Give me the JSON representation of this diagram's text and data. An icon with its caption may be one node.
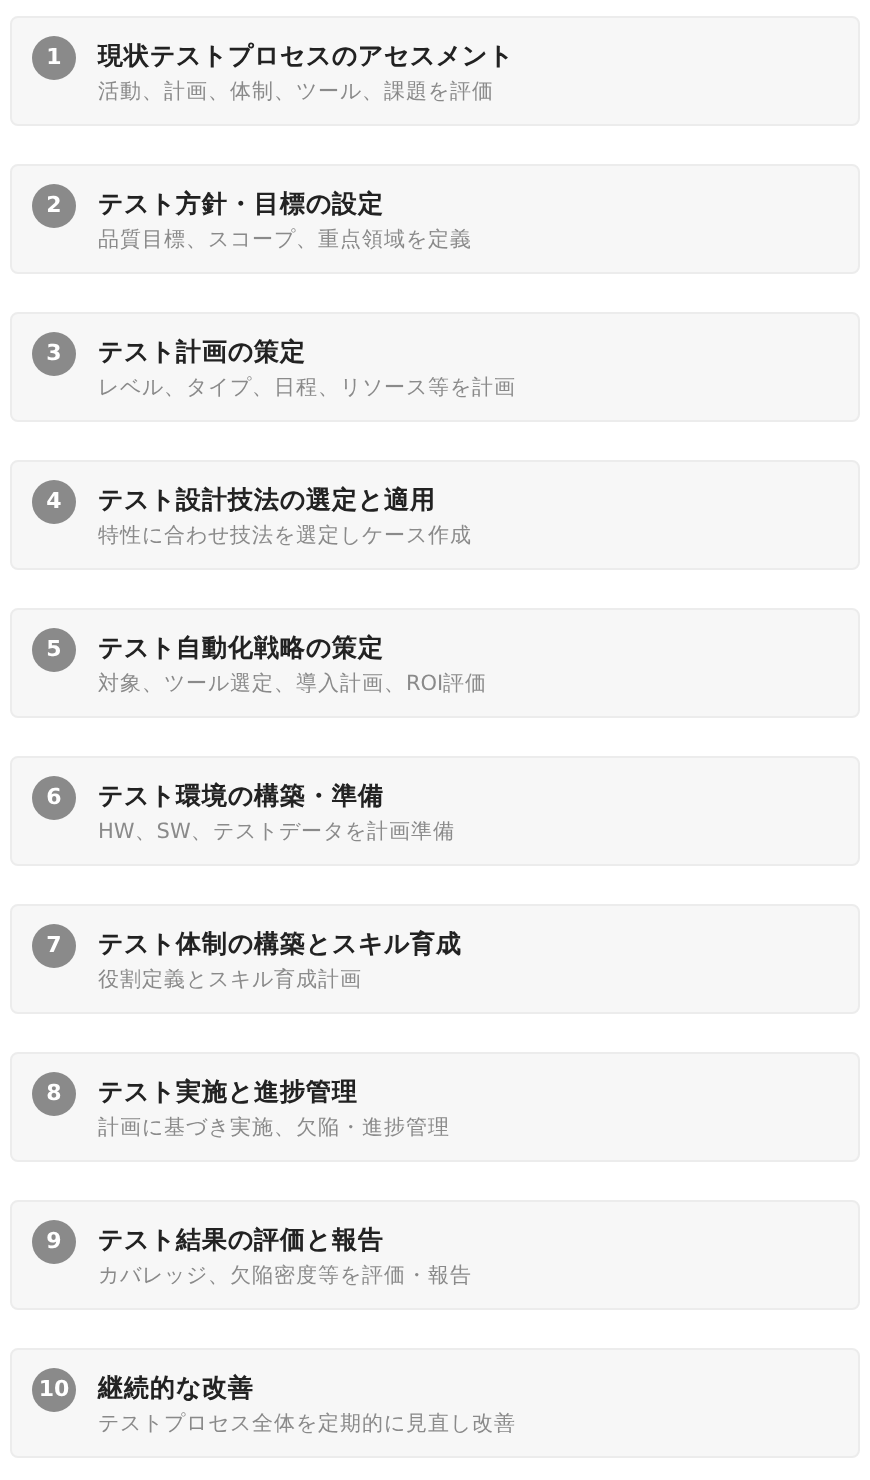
{
  "diagram": {
    "nodes": [
      {
        "text": [
          "現状テストプロセスのアセスメント",
          "活動、計画、体制、ツール、課題を評価"
        ]
      },
      {
        "text": [
          "1"
        ],
        "in": 0
      },
      {
        "text": [
          "テスト方針・目標の設定",
          "品質目標、スコープ、重点領域を定義"
        ]
      },
      {
        "text": [
          "2"
        ],
        "in": 2
      },
      {
        "text": [
          "テスト計画の策定",
          "レベル、タイプ、日程、リソース等を計画"
        ]
      },
      {
        "text": [
          "3"
        ],
        "in": 4
      },
      {
        "text": [
          "テスト設計技法の選定と適用",
          "特性に合わせ技法を選定しケース作成"
        ]
      },
      {
        "text": [
          "4"
        ],
        "in": 6
      },
      {
        "text": [
          "テスト自動化戦略の策定",
          "対象、ツール選定、導入計画、ROI評価"
        ]
      },
      {
        "text": [
          "5"
        ],
        "in": 8
      },
      {
        "text": [
          "テスト環境の構築・準備",
          "HW、SW、テストデータを計画準備"
        ]
      },
      {
        "text": [
          "6"
        ],
        "in": 10
      },
      {
        "text": [
          "テスト体制の構築とスキル育成",
          "役割定義とスキル育成計画"
        ]
      },
      {
        "text": [
          "7"
        ],
        "in": 12
      },
      {
        "text": [
          "テスト実施と進捗管理",
          "計画に基づき実施、欠陥・進捗管理"
        ]
      },
      {
        "text": [
          "8"
        ],
        "in": 14
      },
      {
        "text": [
          "テスト結果の評価と報告",
          "カバレッジ、欠陥密度等を評価・報告"
        ]
      },
      {
        "text": [
          "9"
        ],
        "in": 16
      },
      {
        "text": [
          "継続的な改善",
          "テストプロセス全体を定期的に見直し改善"
        ]
      },
      {
        "text": [
          "10"
        ],
        "in": 18
      }
    ]
  }
}
